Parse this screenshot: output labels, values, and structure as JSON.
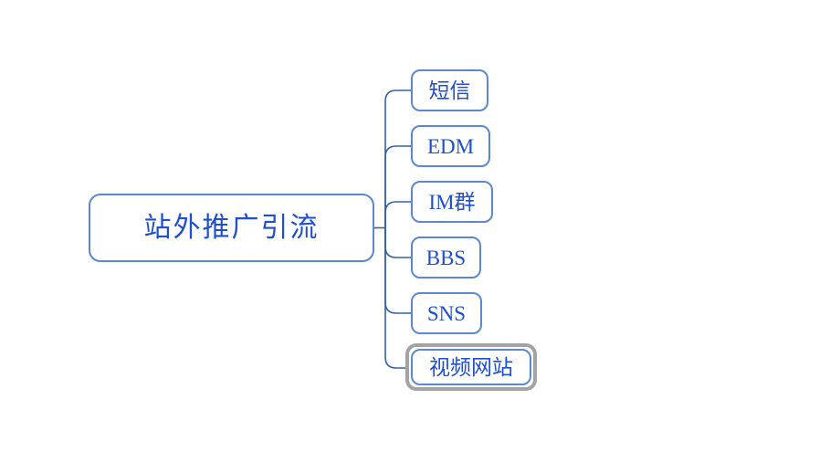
{
  "mindmap": {
    "root": {
      "label": "站外推广引流"
    },
    "children": [
      {
        "label": "短信",
        "selected": false
      },
      {
        "label": "EDM",
        "selected": false
      },
      {
        "label": "IM群",
        "selected": false
      },
      {
        "label": "BBS",
        "selected": false
      },
      {
        "label": "SNS",
        "selected": false
      },
      {
        "label": "视频网站",
        "selected": true
      }
    ],
    "colors": {
      "topic_text": "#1e50cc",
      "topic_border": "#5c88cc",
      "connector_line": "#35629f",
      "selection_ring": "#a3a3a3",
      "background": "#ffffff"
    }
  }
}
